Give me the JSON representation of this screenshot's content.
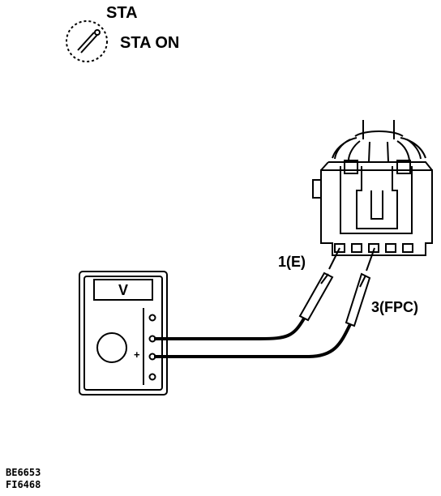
{
  "ignition": {
    "position_label": "STA",
    "state_label": "STA ON",
    "icon": "ignition-key-icon"
  },
  "meter": {
    "mode_label": "V",
    "plus_label": "+"
  },
  "connector": {
    "pin1_label": "1(E)",
    "pin3_label": "3(FPC)"
  },
  "codes": {
    "line1": "BE6653",
    "line2": "FI6468"
  }
}
